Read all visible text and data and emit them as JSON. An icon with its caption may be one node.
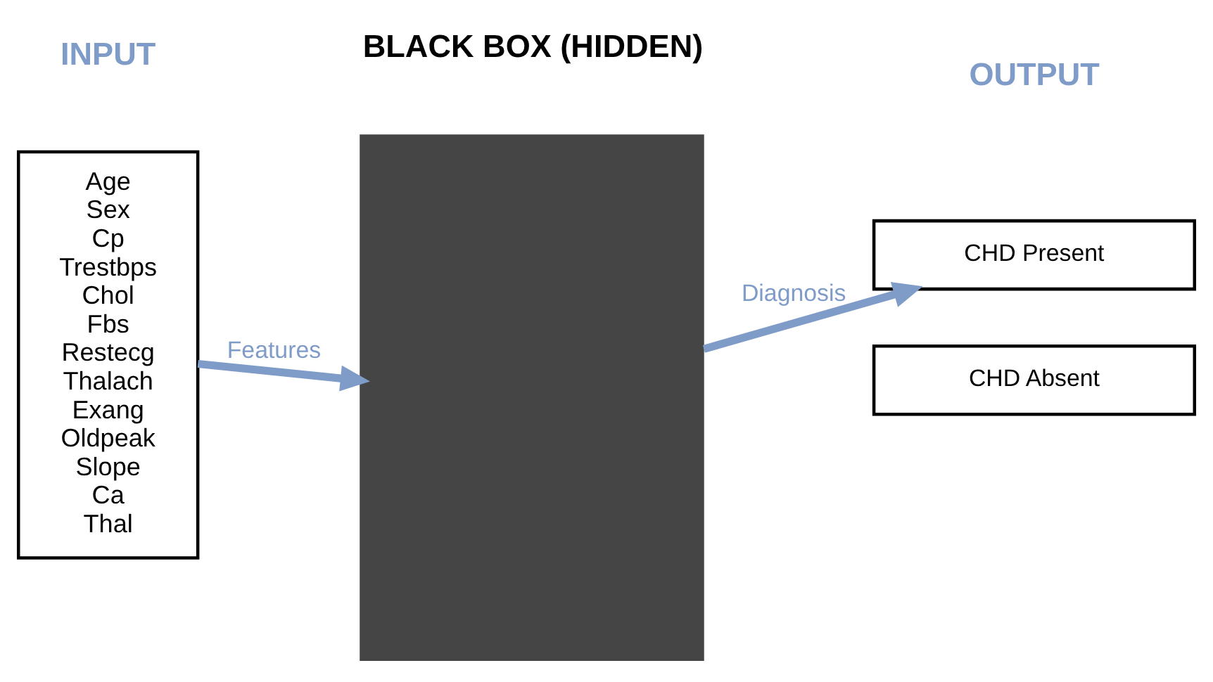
{
  "diagram": {
    "nodes": [
      {
        "text": [
          "Age",
          "Sex",
          "Cp",
          "Trestbps",
          "Chol",
          "Fbs",
          "Restecg",
          "Thalach",
          "Exang",
          "Oldpeak",
          "Slope",
          "Ca",
          "Thal"
        ]
      },
      {
        "text": [],
        "shape": "box"
      },
      {
        "text": [
          "CHD Present"
        ]
      },
      {
        "text": [
          "CHD Absent"
        ]
      }
    ],
    "edges": [
      {
        "from": 0,
        "to": 1,
        "arrow": "to",
        "label": "Features"
      },
      {
        "from": 1,
        "to": 2,
        "arrow": "to",
        "label": "Diagnosis"
      }
    ],
    "labels": [
      "INPUT",
      "BLACK BOX (HIDDEN)",
      "OUTPUT"
    ]
  }
}
